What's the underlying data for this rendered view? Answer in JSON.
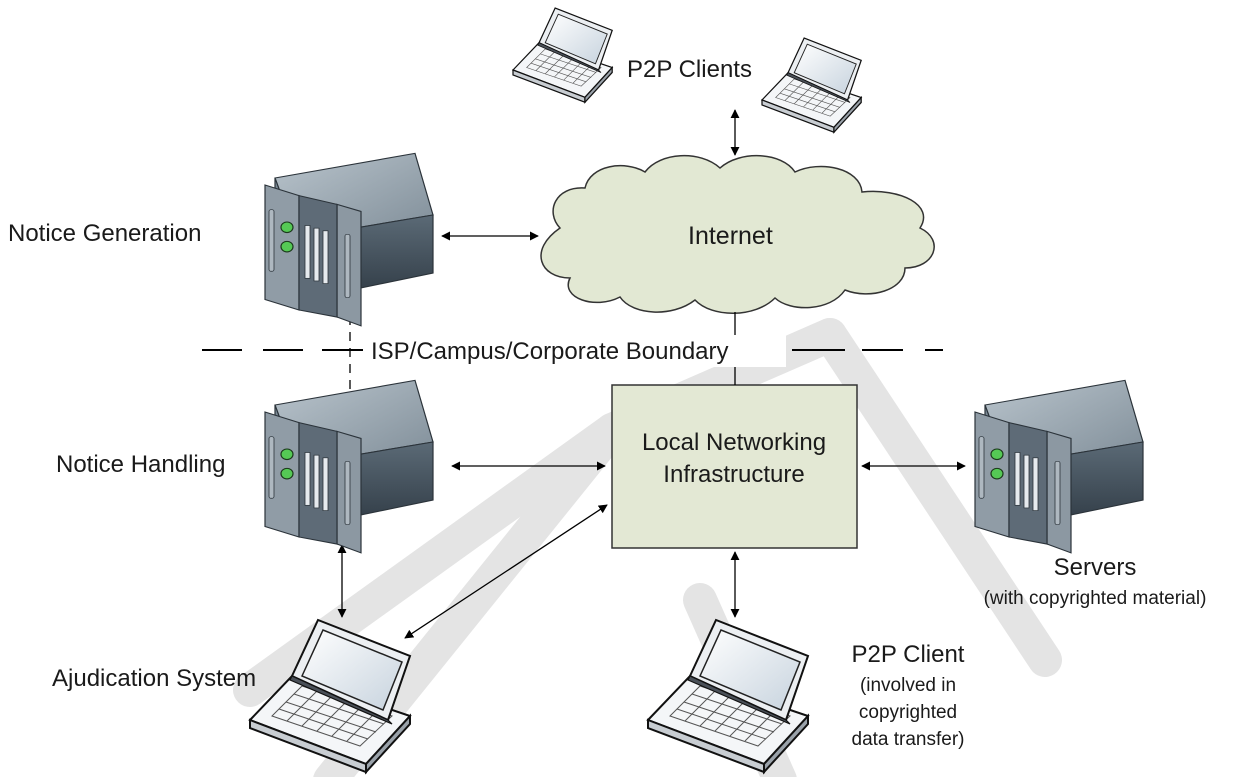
{
  "labels": {
    "p2p_clients": "P2P Clients",
    "internet": "Internet",
    "notice_generation": "Notice Generation",
    "boundary": "ISP/Campus/Corporate Boundary",
    "notice_handling": "Notice Handling",
    "local_networking_line1": "Local Networking",
    "local_networking_line2": "Infrastructure",
    "servers": "Servers",
    "servers_note": "(with copyrighted material)",
    "adjudication_system": "Ajudication System",
    "p2p_client": "P2P Client",
    "p2p_client_note_1": "(involved in",
    "p2p_client_note_2": "copyrighted",
    "p2p_client_note_3": "data transfer)"
  },
  "colors": {
    "cloud_fill": "#e2e8d3",
    "box_fill": "#e3e8d4",
    "server_dark": "#3e4a55",
    "server_mid": "#6b7b88",
    "watermark": "#e2e2e2",
    "led_green": "#55c955"
  },
  "icons": [
    "laptop-icon",
    "server-icon",
    "cloud-shape"
  ]
}
